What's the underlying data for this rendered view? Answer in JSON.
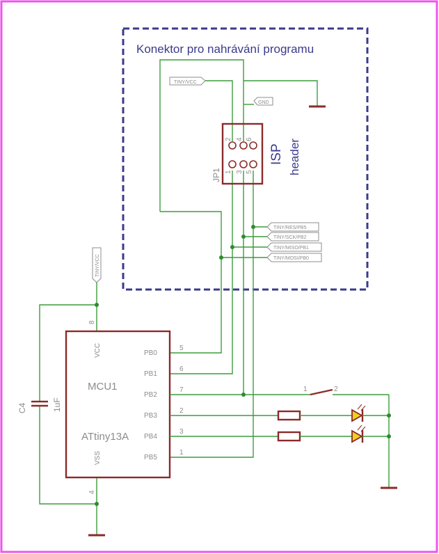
{
  "title": "Konektor pro nahrávání programu",
  "isp": {
    "line1": "ISP",
    "line2": "header",
    "ref": "JP1",
    "pins_top": [
      "2",
      "4",
      "6"
    ],
    "pins_bottom": [
      "1",
      "3",
      "5"
    ]
  },
  "net_labels": {
    "tiny_vcc_connector": "TINY/VCC",
    "gnd": "GND",
    "res": "TINY/RES/PB5",
    "sck": "TINY/SCK/PB2",
    "miso": "TINY/MISO/PB1",
    "mosi": "TINY/MOSI/PB0",
    "tiny_vcc_mcu": "TINY/VCC"
  },
  "mcu": {
    "ref": "MCU1",
    "value": "ATtiny13A",
    "vcc_label": "VCC",
    "vss_label": "VSS",
    "vcc_pin": "8",
    "vss_pin": "4",
    "pins": [
      {
        "name": "PB0",
        "num": "5"
      },
      {
        "name": "PB1",
        "num": "6"
      },
      {
        "name": "PB2",
        "num": "7"
      },
      {
        "name": "PB3",
        "num": "2"
      },
      {
        "name": "PB4",
        "num": "3"
      },
      {
        "name": "PB5",
        "num": "1"
      }
    ]
  },
  "capacitor": {
    "ref": "C4",
    "value": "1uF"
  },
  "switch": {
    "pin1": "1",
    "pin2": "2"
  },
  "colors": {
    "frame": "#ee55ee",
    "wire": "#3c9c3c",
    "part": "#8b2a2a",
    "dashed_box": "#3a3a8c",
    "label_gray": "#8c8c8c",
    "led": "#f0d020"
  }
}
